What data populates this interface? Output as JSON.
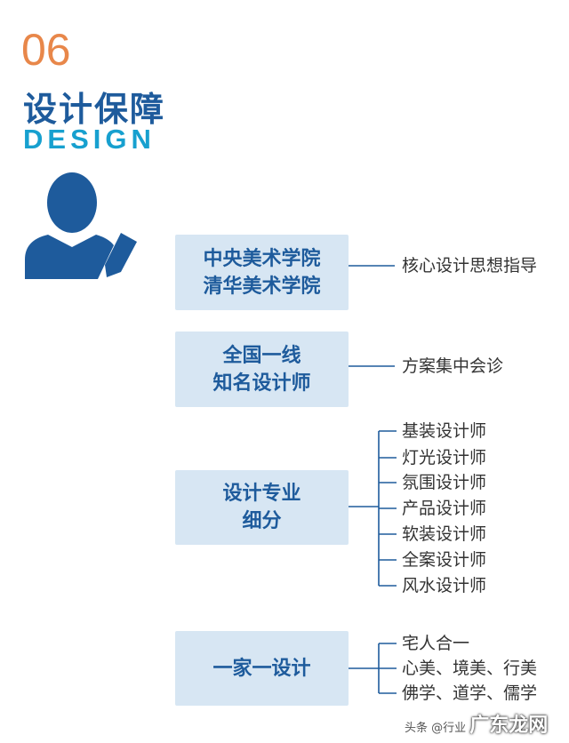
{
  "header": {
    "number": "06",
    "title_cn": "设计保障",
    "title_en": "DESIGN"
  },
  "colors": {
    "number": "#e8874a",
    "title": "#1e5b9c",
    "subtitle": "#17a0cf",
    "box_fill": "#d7e6f3",
    "lines": "#1e5b9c"
  },
  "icon": "person-with-pen-icon",
  "groups": [
    {
      "box": [
        "中央美术学院",
        "清华美术学院"
      ],
      "items": [
        "核心设计思想指导"
      ]
    },
    {
      "box": [
        "全国一线",
        "知名设计师"
      ],
      "items": [
        "方案集中会诊"
      ]
    },
    {
      "box": [
        "设计专业",
        "细分"
      ],
      "items": [
        "基装设计师",
        "灯光设计师",
        "氛围设计师",
        "产品设计师",
        "软装设计师",
        "全案设计师",
        "风水设计师"
      ]
    },
    {
      "box": [
        "一家一设计"
      ],
      "items": [
        "宅人合一",
        "心美、境美、行美",
        "佛学、道学、儒学"
      ]
    }
  ],
  "watermark": {
    "prefix": "头条 @行业",
    "brand": "广东龙网"
  }
}
